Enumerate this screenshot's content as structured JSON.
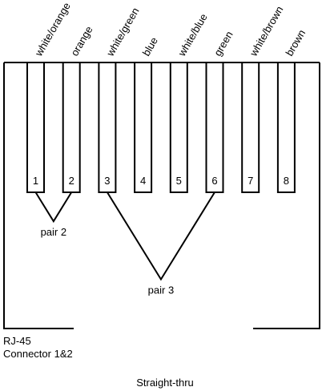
{
  "pins": [
    {
      "number": "1",
      "color": "white/orange"
    },
    {
      "number": "2",
      "color": "orange"
    },
    {
      "number": "3",
      "color": "white/green"
    },
    {
      "number": "4",
      "color": "blue"
    },
    {
      "number": "5",
      "color": "white/blue"
    },
    {
      "number": "6",
      "color": "green"
    },
    {
      "number": "7",
      "color": "white/brown"
    },
    {
      "number": "8",
      "color": "brown"
    }
  ],
  "pairs": [
    {
      "label": "pair 2",
      "pins": [
        "1",
        "2"
      ]
    },
    {
      "label": "pair 3",
      "pins": [
        "3",
        "6"
      ]
    }
  ],
  "connector": {
    "line1": "RJ-45",
    "line2": "Connector 1&2"
  },
  "caption": "Straight-thru"
}
